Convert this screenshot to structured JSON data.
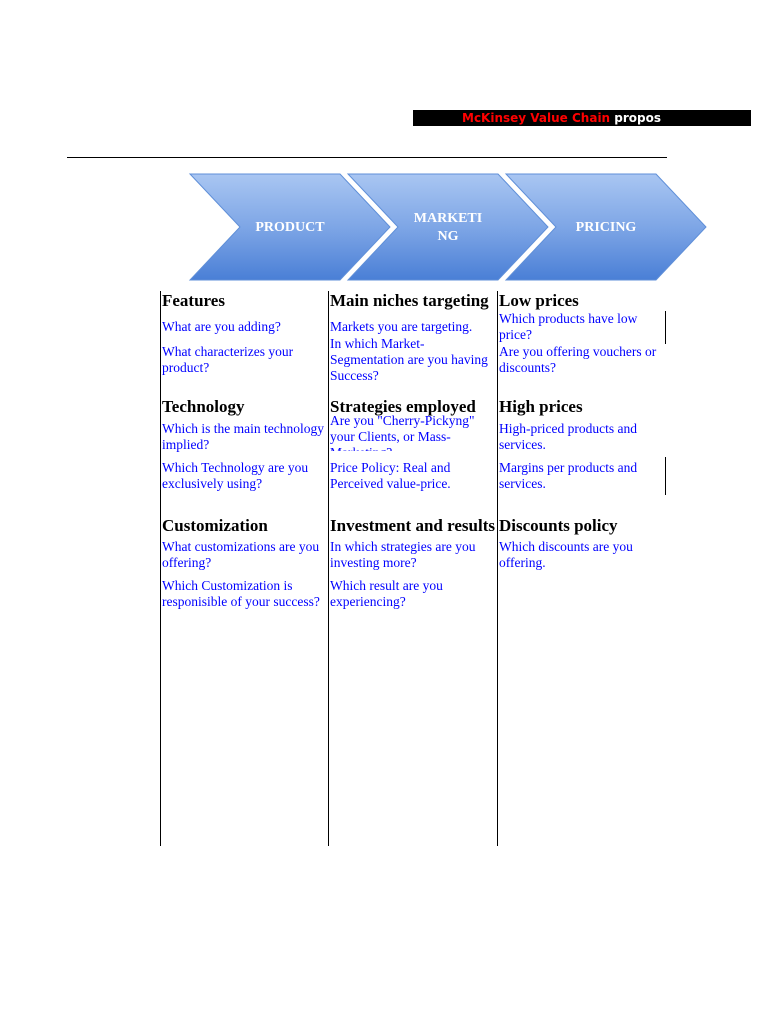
{
  "header": {
    "title_highlight": "McKinsey Value Chain",
    "title_rest": " propos"
  },
  "chevrons": [
    {
      "label": "PRODUCT"
    },
    {
      "label_line1": "MARKETI",
      "label_line2": "NG"
    },
    {
      "label": "PRICING"
    }
  ],
  "columns": [
    {
      "sections": [
        {
          "title": "Features",
          "questions": [
            "What are you adding?",
            "What characterizes your product?"
          ]
        },
        {
          "title": "Technology",
          "questions": [
            "Which is the main technology implied?",
            "Which Technology are you exclusively using?"
          ]
        },
        {
          "title": "Customization",
          "questions": [
            "What customizations are you offering?",
            "Which Customization is responisible of your success?"
          ]
        }
      ]
    },
    {
      "sections": [
        {
          "title": "Main niches targeting",
          "questions": [
            "Markets you are targeting.",
            "In which Market-Segmentation are you having Success?"
          ]
        },
        {
          "title": "Strategies employed",
          "questions": [
            "Are you \"Cherry-Pickyng\" your Clients, or Mass-Marketing?",
            "Price Policy: Real and Perceived value-price."
          ]
        },
        {
          "title": "Investment and results",
          "questions": [
            "In which strategies are you investing more?",
            "Which result are you experiencing?"
          ]
        }
      ]
    },
    {
      "sections": [
        {
          "title": "Low prices",
          "questions": [
            "Which products have low price?",
            "Are you offering vouchers or discounts?"
          ]
        },
        {
          "title": "High prices",
          "questions": [
            "High-priced products and services.",
            "Margins per products and services."
          ]
        },
        {
          "title": "Discounts policy",
          "questions": [
            "Which discounts are you offering."
          ]
        }
      ]
    }
  ],
  "colors": {
    "chevron_top": "#a9c6f2",
    "chevron_bottom": "#4a7fd6",
    "question_text": "#0000ff",
    "title_highlight": "#ff0000",
    "title_bar_bg": "#000000"
  }
}
